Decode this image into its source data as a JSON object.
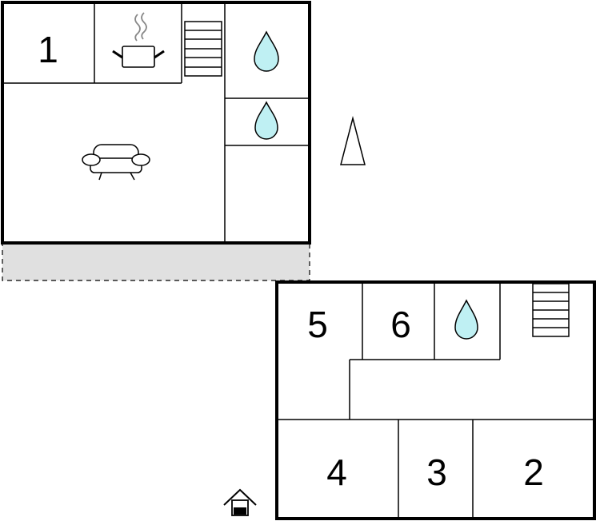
{
  "plan": {
    "colors": {
      "wall": "#000000",
      "background": "#ffffff",
      "terrace": "#e0e0e0",
      "water": "#bff0f3",
      "steam": "#888888"
    },
    "upper_floor": {
      "rooms": [
        {
          "label": "1",
          "icon": null
        },
        {
          "label": "",
          "icon": "cooking-pot-icon"
        },
        {
          "label": "",
          "icon": "stairs-icon"
        },
        {
          "label": "",
          "icon": "water-drop-icon"
        },
        {
          "label": "",
          "icon": "water-drop-icon"
        },
        {
          "label": "",
          "icon": "sofa-icon"
        }
      ]
    },
    "lower_floor": {
      "rooms": [
        {
          "label": "5"
        },
        {
          "label": "6"
        },
        {
          "label": "",
          "icon": "water-drop-icon"
        },
        {
          "label": "4"
        },
        {
          "label": "3"
        },
        {
          "label": "2"
        }
      ],
      "icons": [
        "stairs-icon"
      ]
    },
    "outside": {
      "icons": [
        "tree-icon",
        "house-entrance-icon",
        "terrace-area"
      ]
    }
  }
}
